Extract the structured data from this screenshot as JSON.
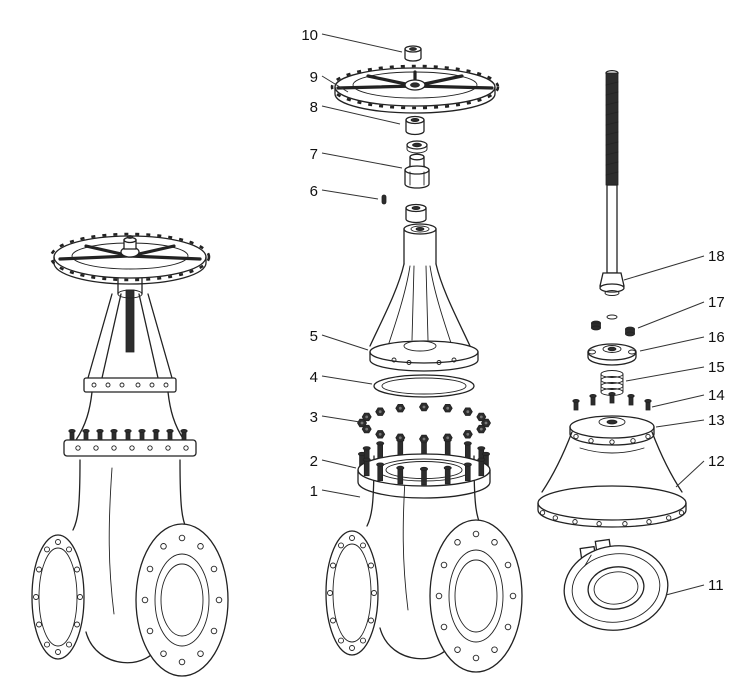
{
  "diagram": {
    "kind": "exploded-parts-diagram",
    "colors": {
      "line": "#222222",
      "dark_fill": "#2d2d2d",
      "background": "#ffffff",
      "label_text": "#111111"
    },
    "callouts": [
      {
        "num": "1"
      },
      {
        "num": "2"
      },
      {
        "num": "3"
      },
      {
        "num": "4"
      },
      {
        "num": "5"
      },
      {
        "num": "6"
      },
      {
        "num": "7"
      },
      {
        "num": "8"
      },
      {
        "num": "9"
      },
      {
        "num": "10"
      },
      {
        "num": "11"
      },
      {
        "num": "12"
      },
      {
        "num": "13"
      },
      {
        "num": "14"
      },
      {
        "num": "15"
      },
      {
        "num": "16"
      },
      {
        "num": "17"
      },
      {
        "num": "18"
      }
    ]
  }
}
